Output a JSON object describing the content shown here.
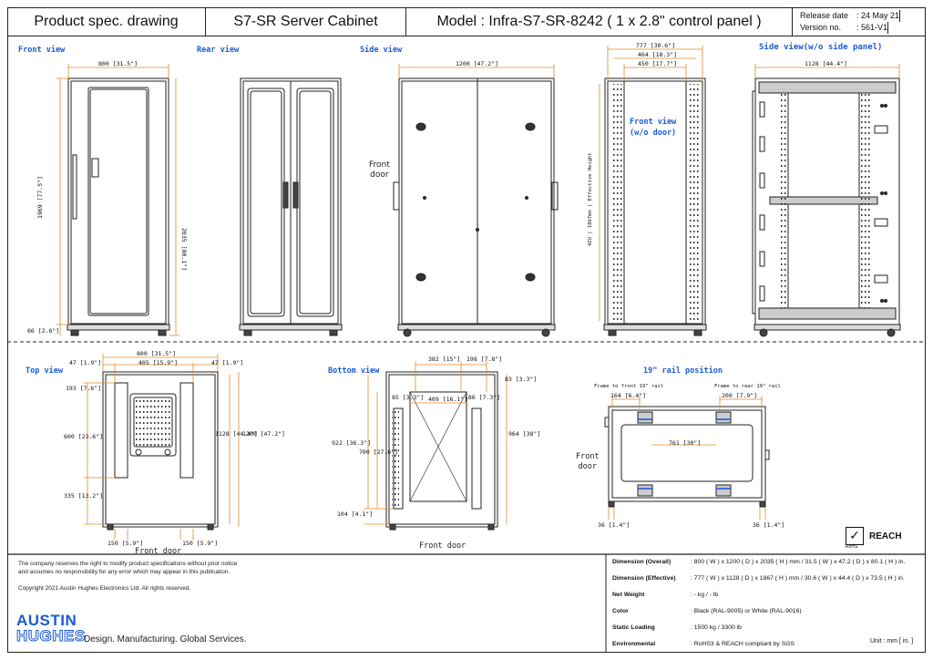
{
  "header": {
    "doc_type": "Product spec. drawing",
    "product": "S7-SR Server Cabinet",
    "model": "Model : Infra-S7-SR-8242   ( 1 x 2.8\" control panel )",
    "release_label": "Release date",
    "release_value": ":  24 May 21",
    "version_label": "Version no.",
    "version_value": ":  561-V1"
  },
  "views": {
    "front": "Front view",
    "rear": "Rear view",
    "side": "Side view",
    "front_wo_door": "Front view\n(w/o door)",
    "side_wo_panel": "Side view(w/o side panel)",
    "top": "Top view",
    "bottom": "Bottom view",
    "rail": "19\" rail position"
  },
  "dims": {
    "front_width": "800 [31.5\"]",
    "front_height": "1969 [77.5\"]",
    "front_total": "2035 [80.1\"]",
    "front_base": "66 [2.6\"]",
    "side_depth": "1200 [47.2\"]",
    "fw_width1": "777 [30.6\"]",
    "fw_width2": "464 [18.3\"]",
    "fw_width3": "450 [17.7\"]",
    "fw_height": "42U | 1867mm | Effective Height",
    "sw_depth": "1128 [44.4\"]",
    "top_w": "800 [31.5\"]",
    "top_l": "47 [1.9\"]",
    "top_c": "405 [15.9\"]",
    "top_r": "47 [1.9\"]",
    "top_193": "193 [7.6\"]",
    "top_600": "600 [23.6\"]",
    "top_335": "335 [13.2\"]",
    "top_1128": "1128 [44.4\"]",
    "top_1200": "1200 [47.2\"]",
    "top_150a": "150 [5.9\"]",
    "top_150b": "150 [5.9\"]",
    "bot_382": "382 [15\"]",
    "bot_198": "198 [7.8\"]",
    "bot_83": "83 [3.3\"]",
    "bot_85": "85 [3.3\"]",
    "bot_409": "409 [16.1\"]",
    "bot_186": "186 [7.3\"]",
    "bot_922": "922 [36.3\"]",
    "bot_700": "700 [27.6\"]",
    "bot_964": "964 [38\"]",
    "bot_104": "104 [4.1\"]",
    "rail_ftf": "Frame to front 19\" rail",
    "rail_ftr": "Frame to rear 19\" rail",
    "rail_164": "164 [6.4\"]",
    "rail_200": "200 [7.9\"]",
    "rail_761": "761 [30\"]",
    "rail_36a": "36 [1.4\"]",
    "rail_36b": "36 [1.4\"]"
  },
  "labels": {
    "front_door_side": "Front\ndoor",
    "front_door_top": "Front door",
    "front_door_bottom": "Front door",
    "front_door_rail": "Front\ndoor"
  },
  "footer": {
    "disclaimer1": "The company reserves the right to modify product specifications without prior notice",
    "disclaimer2": "and assumes no responsibility for any error which may appear in this publication.",
    "copyright": "Copyright 2021 Austin Hughes Electronics Ltd. All rights reserved.",
    "logo_line1": "AUSTIN",
    "logo_line2": "HUGHES",
    "tagline": "Design. Manufacturing. Global Services.",
    "unit": "Unit : mm [ in. ]",
    "reach": "REACH",
    "rohs": "RoHS"
  },
  "specs": [
    {
      "k": "Dimension (Overall)",
      "v": ":  800 ( W ) x 1200 ( D ) x 2035 ( H ) mm / 31.5 ( W ) x 47.2 ( D ) x 80.1 ( H ) in."
    },
    {
      "k": "Dimension (Effective)",
      "v": ":  777 ( W ) x 1128 ( D ) x 1867 ( H ) mm / 30.6 ( W ) x 44.4 ( D ) x 73.5 ( H ) in."
    },
    {
      "k": "Net Weight",
      "v": ":  - kg / - lb"
    },
    {
      "k": "Color",
      "v": ":  Black (RAL-9005) or White (RAL-9016)"
    },
    {
      "k": "Static Loading",
      "v": ":  1500 kg / 3300 lb"
    },
    {
      "k": "Environmental",
      "v": ":  RoHS3 & REACH compliant by SGS"
    }
  ],
  "colors": {
    "accent": "#1a5bd6",
    "dimension": "#e08a2e",
    "line": "#222222"
  }
}
